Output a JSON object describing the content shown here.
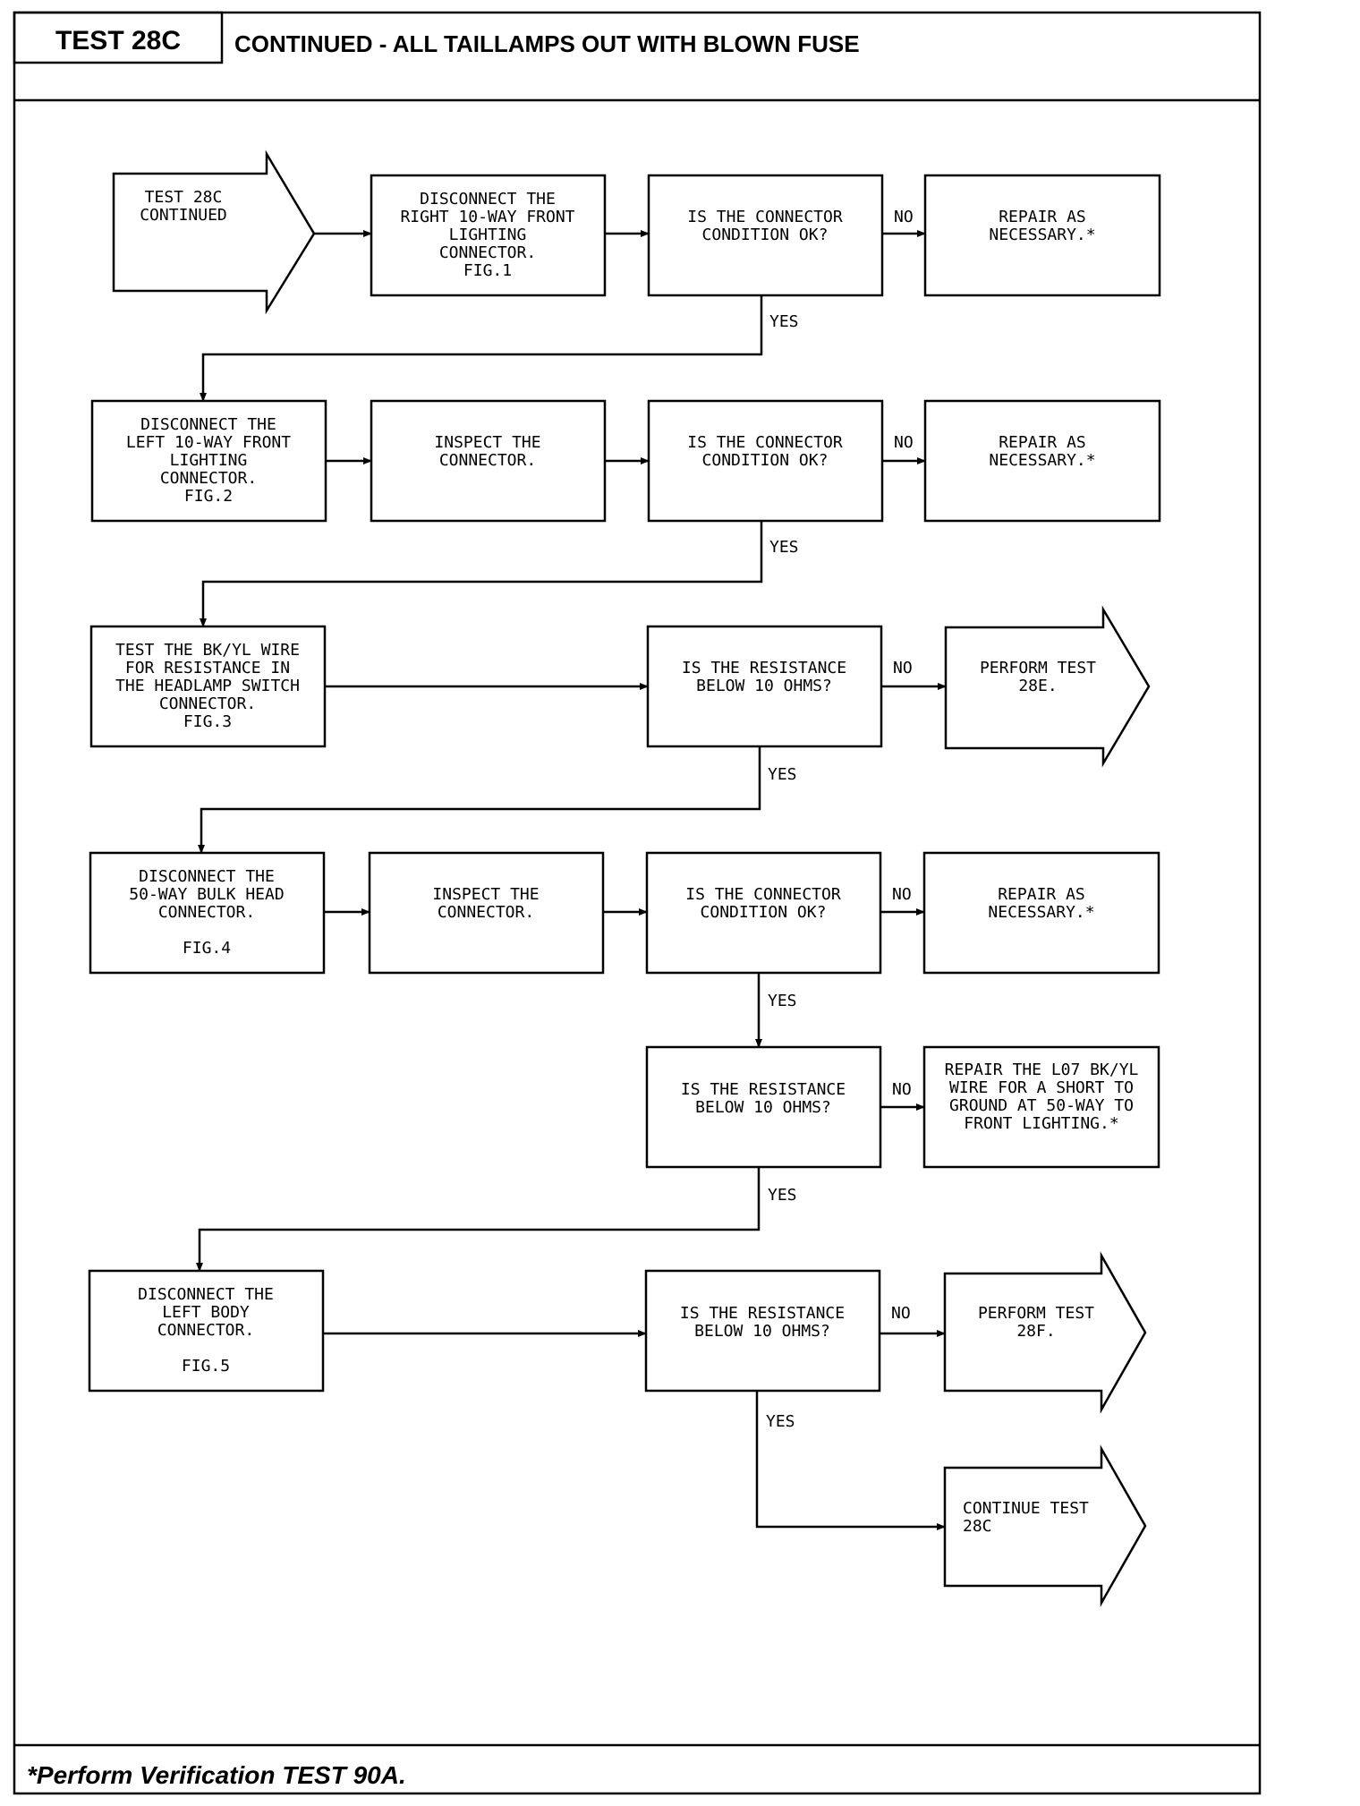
{
  "header": {
    "test_label": "TEST 28C",
    "title": "CONTINUED - ALL TAILLAMPS OUT WITH BLOWN FUSE"
  },
  "footer": {
    "note": "*Perform Verification TEST 90A."
  },
  "flowchart": {
    "start": [
      "TEST 28C",
      "CONTINUED"
    ],
    "step1": [
      "DISCONNECT THE",
      "RIGHT 10-WAY FRONT",
      "LIGHTING",
      "CONNECTOR.",
      "FIG.1"
    ],
    "decision1": [
      "IS THE CONNECTOR",
      "CONDITION OK?"
    ],
    "repair1": [
      "REPAIR AS",
      "NECESSARY.*"
    ],
    "step2": [
      "DISCONNECT THE",
      "LEFT 10-WAY FRONT",
      "LIGHTING",
      "CONNECTOR.",
      "FIG.2"
    ],
    "inspect2": [
      "INSPECT THE",
      "CONNECTOR."
    ],
    "decision2": [
      "IS THE CONNECTOR",
      "CONDITION OK?"
    ],
    "repair2": [
      "REPAIR AS",
      "NECESSARY.*"
    ],
    "step3": [
      "TEST THE BK/YL WIRE",
      "FOR RESISTANCE IN",
      "THE HEADLAMP SWITCH",
      "CONNECTOR.",
      "FIG.3"
    ],
    "decision3": [
      "IS THE RESISTANCE",
      "BELOW 10 OHMS?"
    ],
    "perform3": [
      "PERFORM TEST",
      "28E."
    ],
    "step4": [
      "DISCONNECT THE",
      "50-WAY BULK HEAD",
      "CONNECTOR."
    ],
    "step4_fig": "FIG.4",
    "inspect4": [
      "INSPECT THE",
      "CONNECTOR."
    ],
    "decision4": [
      "IS THE CONNECTOR",
      "CONDITION OK?"
    ],
    "repair4": [
      "REPAIR AS",
      "NECESSARY.*"
    ],
    "decision5": [
      "IS THE RESISTANCE",
      "BELOW 10 OHMS?"
    ],
    "repair5": [
      "REPAIR THE L07 BK/YL",
      "WIRE FOR A SHORT TO",
      "GROUND AT 50-WAY TO",
      "FRONT LIGHTING.*"
    ],
    "step6": [
      "DISCONNECT THE",
      "LEFT BODY",
      "CONNECTOR."
    ],
    "step6_fig": "FIG.5",
    "decision6": [
      "IS THE RESISTANCE",
      "BELOW 10 OHMS?"
    ],
    "perform6": [
      "PERFORM TEST",
      "28F."
    ],
    "continue": [
      "CONTINUE TEST",
      "28C"
    ],
    "yes_label": "YES",
    "no_label": "NO"
  }
}
